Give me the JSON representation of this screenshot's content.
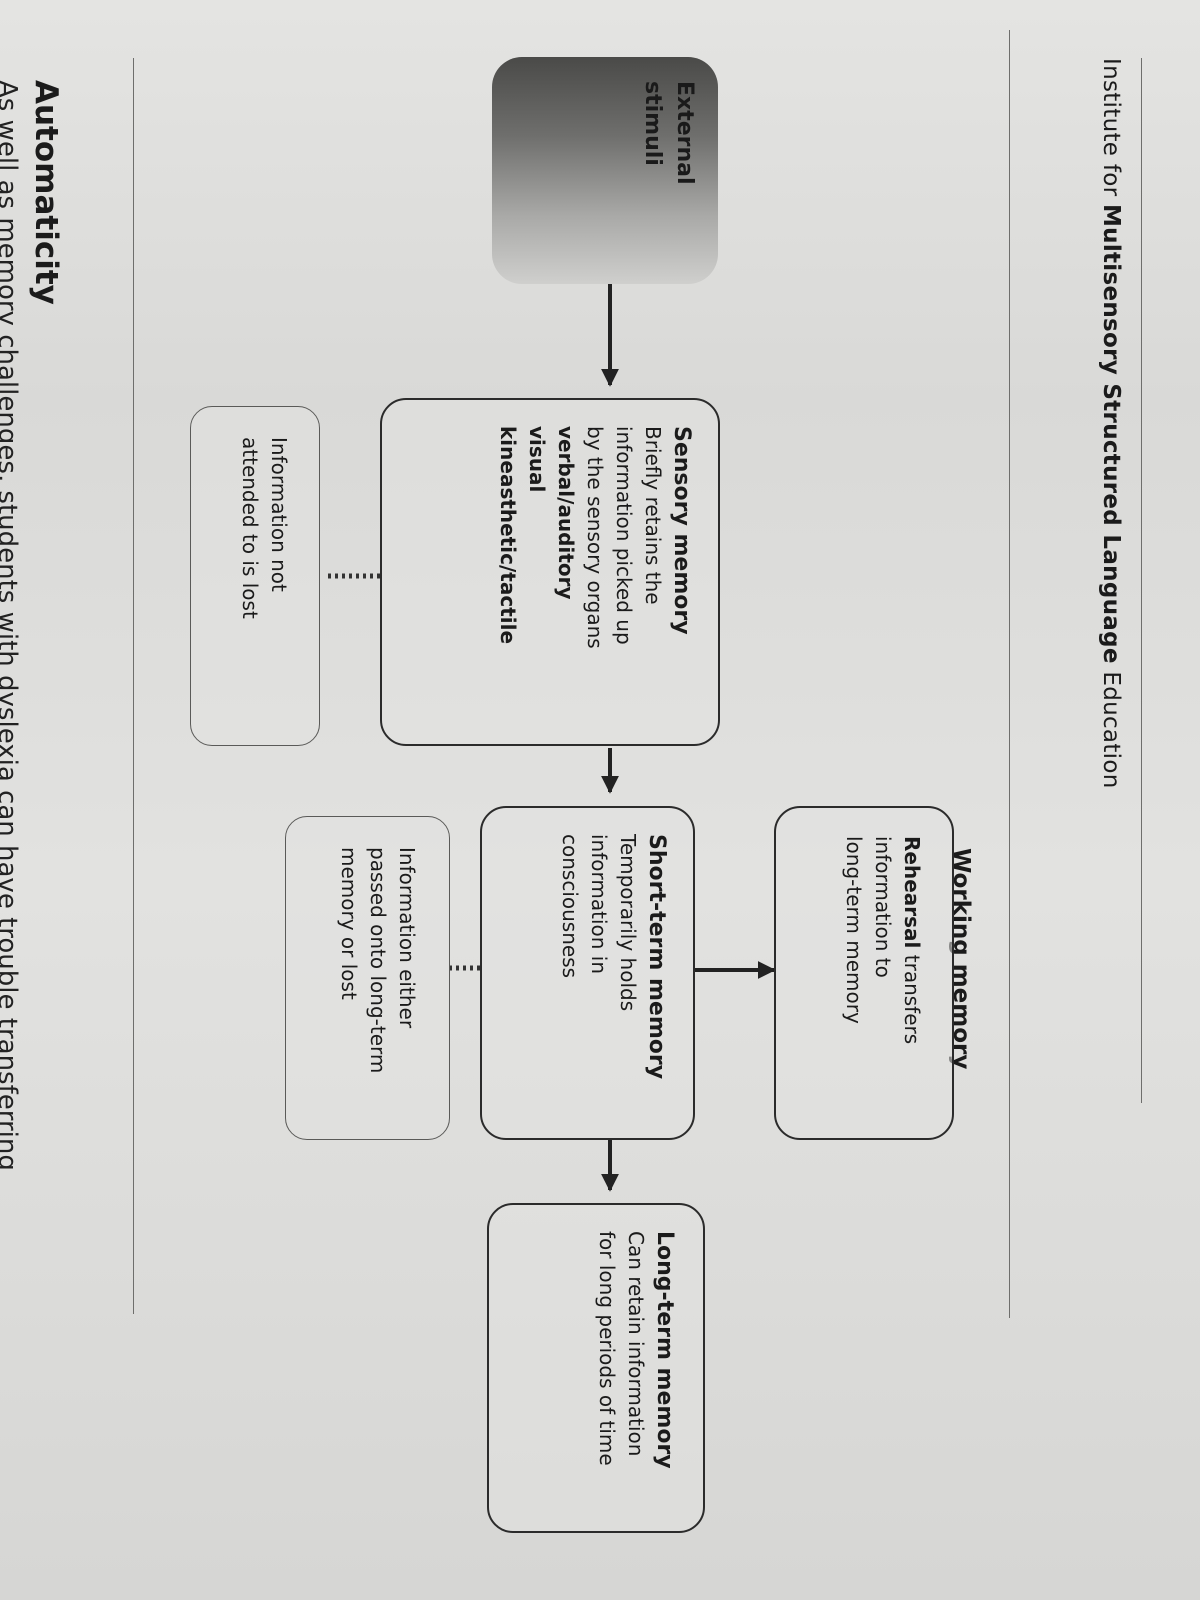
{
  "header": {
    "prefix": "Institute for ",
    "bold": "Multisensory Structured Language",
    "suffix": " Education"
  },
  "external_stimuli": {
    "line1": "External",
    "line2": "stimuli"
  },
  "sensory_memory": {
    "title": "Sensory memory",
    "lines": [
      "Briefly retains the",
      "information picked up",
      "by the sensory organs"
    ],
    "modalities": [
      "verbal/auditory",
      "visual",
      "kineasthetic/tactile"
    ]
  },
  "sensory_lost": {
    "lines": [
      "Information not",
      "attended to is lost"
    ]
  },
  "working_memory": {
    "title": "Working memory",
    "rehearsal_bold": "Rehearsal",
    "rehearsal_rest": " transfers",
    "lines": [
      "information to",
      "long-term memory"
    ]
  },
  "short_term_memory": {
    "title": "Short-term memory",
    "lines": [
      "Temporarily holds",
      "information in",
      "consciousness"
    ]
  },
  "short_term_outcome": {
    "lines": [
      "Information either",
      "passed onto long-term",
      "memory or lost"
    ]
  },
  "long_term_memory": {
    "title": "Long-term memory",
    "lines": [
      "Can retain information",
      "for long periods of time"
    ]
  },
  "section": {
    "heading": "Automaticity",
    "body": "As well as memory challenges, students with dyslexia can have trouble transferring"
  },
  "colors": {
    "ink": "#1b1b1b",
    "paper": "#e2e2e0",
    "stimuli_dark": "#4a4a48"
  }
}
